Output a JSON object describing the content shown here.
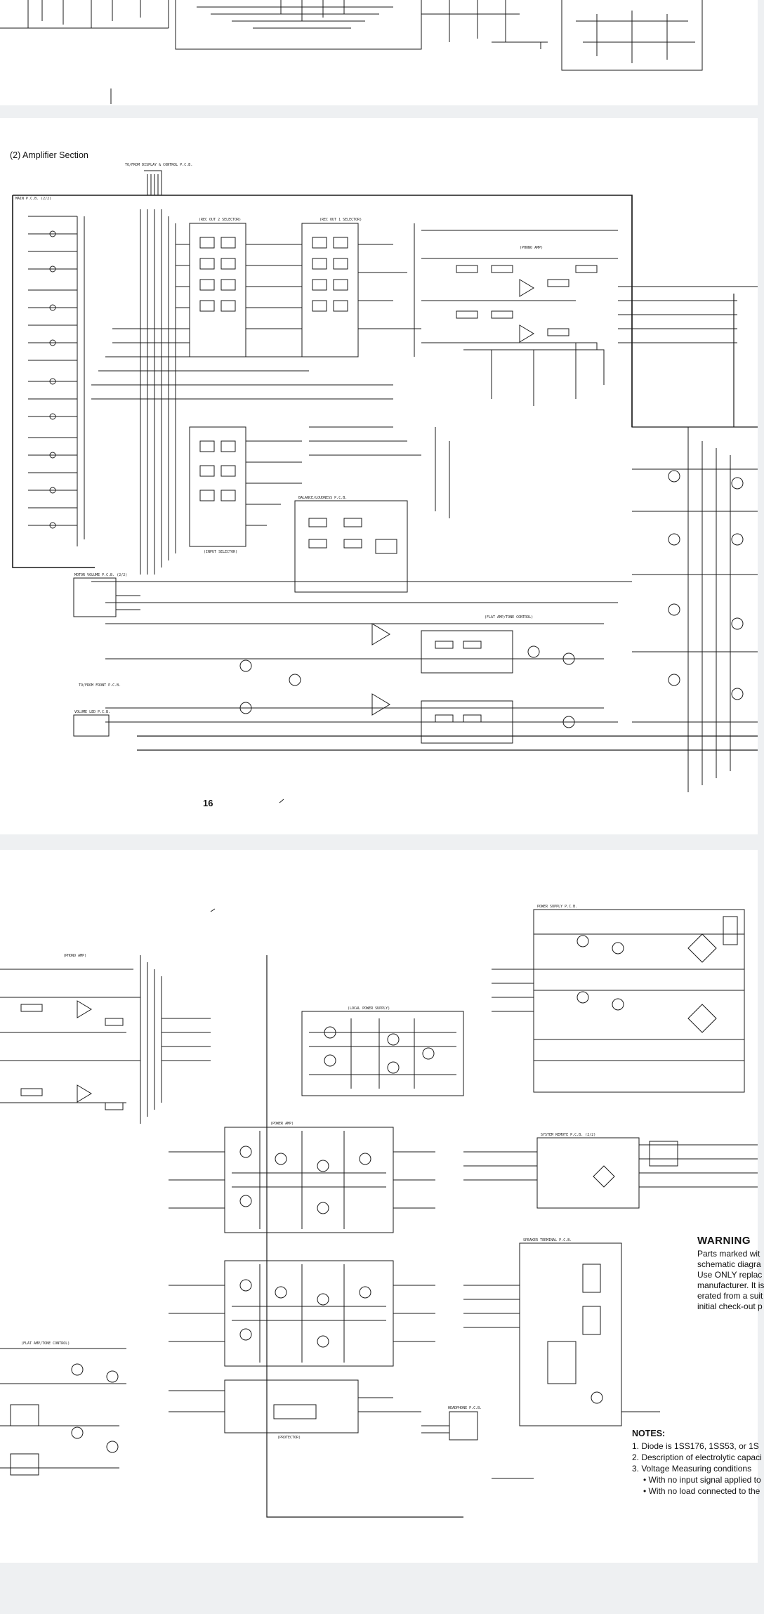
{
  "pages": {
    "top": {},
    "middle": {
      "section_title": "(2)  Amplifier Section",
      "page_number": "16",
      "block_labels": {
        "main_pcb": "MAIN P.C.B. (2/2)",
        "rec_out2": "(REC OUT 2 SELECTOR)",
        "rec_out1": "(REC OUT 1 SELECTOR)",
        "phono_amp": "(PHONO AMP)",
        "input_selector": "(INPUT SELECTOR)",
        "balance_loudness": "BALANCE/LOUDNESS P.C.B.",
        "flat_amp": "(FLAT AMP/TONE CONTROL)",
        "motor_volume": "MOTOR VOLUME P.C.B. (2/2)",
        "volume_led": "VOLUME LED P.C.B.",
        "display_ctrl": "TO/FROM DISPLAY & CONTROL P.C.B.",
        "front_pcb": "TO/FROM FRONT P.C.B."
      }
    },
    "bottom": {
      "block_labels": {
        "local_power": "(LOCAL POWER SUPPLY)",
        "power_amp": "(POWER AMP)",
        "protector": "(PROTECTOR)",
        "power_supply_pcb": "POWER SUPPLY P.C.B.",
        "system_remote": "SYSTEM REMOTE P.C.B. (2/2)",
        "speaker_terminal": "SPEAKER TERMINAL P.C.B.",
        "headphone": "HEADPHONE P.C.B.",
        "phono_amp": "(PHONO AMP)",
        "flat_amp": "(FLAT AMP/TONE CONTROL)"
      },
      "warning_title": "WARNING",
      "warning_lines": [
        "Parts marked wit",
        "schematic diagra",
        "Use ONLY replac",
        "manufacturer. It is",
        "erated from a suit",
        "initial check-out p"
      ],
      "notes_title": "NOTES:",
      "notes": [
        "1.   Diode is 1SS176, 1SS53, or 1S",
        "2.   Description of electrolytic capaci",
        "3.   Voltage Measuring conditions"
      ],
      "bullets": [
        "•  With no input signal applied to",
        "•  With no load connected to the"
      ]
    }
  },
  "colors": {
    "ink": "#1a1a1a",
    "paper": "#ffffff",
    "gap": "#eef0f2"
  }
}
